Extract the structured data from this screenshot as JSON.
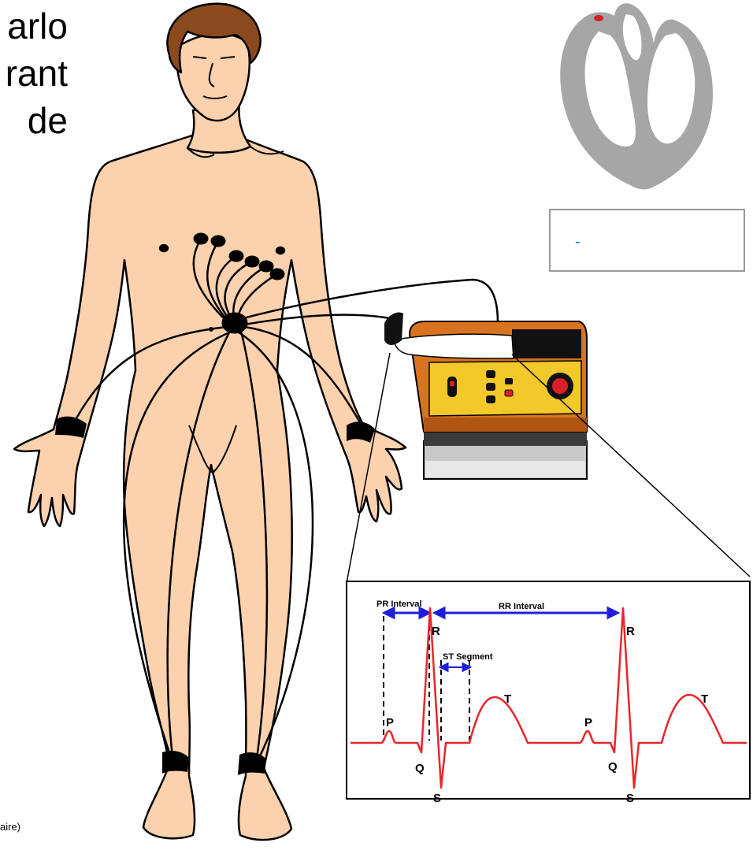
{
  "fragments": {
    "line1": "arlo",
    "line2": "rant",
    "line3": "de",
    "footnote": "aire)"
  },
  "info_box": {
    "dash": "-"
  },
  "ecg": {
    "pr_interval": "PR Interval",
    "rr_interval": "RR Interval",
    "st_segment": "ST Segment",
    "wave_labels": {
      "p": "P",
      "q": "Q",
      "r": "R",
      "s": "S",
      "t": "T"
    }
  },
  "colors": {
    "skin": "#fcd1ad",
    "heart_gray": "#a6a6a6",
    "ecg_trace": "#e8262b",
    "interval_arrow": "#1f1fd9",
    "machine_orange": "#d9731f",
    "machine_panel": "#f2c82a",
    "node_red": "#d81f2a"
  }
}
